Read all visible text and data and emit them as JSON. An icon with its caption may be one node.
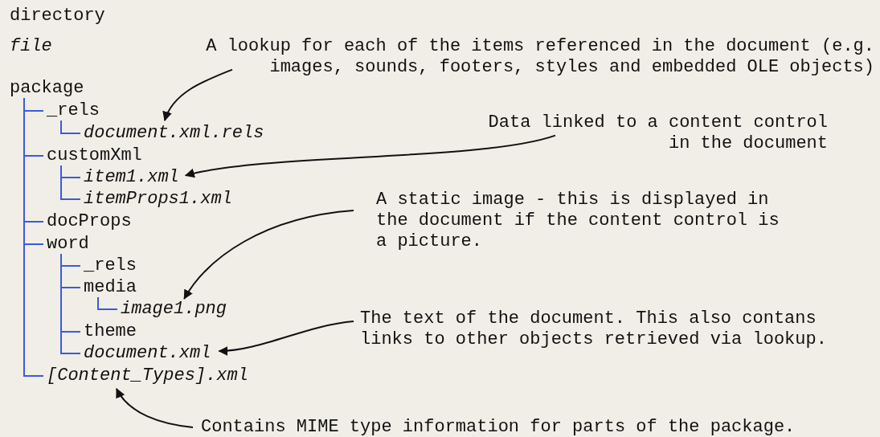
{
  "diagram": {
    "nodes": [
      {
        "text": [
          "package"
        ]
      },
      {
        "text": [
          "_rels"
        ]
      },
      {
        "text": [
          "document.xml.rels"
        ]
      },
      {
        "text": [
          "customXml"
        ]
      },
      {
        "text": [
          "item1.xml"
        ]
      },
      {
        "text": [
          "itemProps1.xml"
        ]
      },
      {
        "text": [
          "docProps"
        ]
      },
      {
        "text": [
          "word"
        ]
      },
      {
        "text": [
          "_rels"
        ]
      },
      {
        "text": [
          "media"
        ]
      },
      {
        "text": [
          "image1.png"
        ]
      },
      {
        "text": [
          "theme"
        ]
      },
      {
        "text": [
          "document.xml"
        ]
      },
      {
        "text": [
          "[Content_Types].xml"
        ]
      },
      {
        "text": [
          "A lookup for each of the items referenced in the document (e.g. images, sounds, footers, styles and embedded OLE objects)"
        ]
      },
      {
        "text": [
          "Data linked to a content control in the document"
        ]
      },
      {
        "text": [
          "A static image - this is displayed in the document if the content control is a picture."
        ]
      },
      {
        "text": [
          "The text of the document. This also contans links to other objects retrieved via lookup."
        ]
      },
      {
        "text": [
          "Contains MIME type information for parts of the package."
        ]
      }
    ],
    "edges": [
      {
        "from": 0,
        "to": 1,
        "arrow": "none",
        "color": "#3b5bdb"
      },
      {
        "from": 1,
        "to": 2,
        "arrow": "none",
        "color": "#3b5bdb"
      },
      {
        "from": 0,
        "to": 3,
        "arrow": "none",
        "color": "#3b5bdb"
      },
      {
        "from": 3,
        "to": 4,
        "arrow": "none",
        "color": "#3b5bdb"
      },
      {
        "from": 3,
        "to": 5,
        "arrow": "none",
        "color": "#3b5bdb"
      },
      {
        "from": 0,
        "to": 6,
        "arrow": "none",
        "color": "#3b5bdb"
      },
      {
        "from": 0,
        "to": 7,
        "arrow": "none",
        "color": "#3b5bdb"
      },
      {
        "from": 7,
        "to": 8,
        "arrow": "none",
        "color": "#3b5bdb"
      },
      {
        "from": 7,
        "to": 9,
        "arrow": "none",
        "color": "#3b5bdb"
      },
      {
        "from": 9,
        "to": 10,
        "arrow": "none",
        "color": "#3b5bdb"
      },
      {
        "from": 7,
        "to": 11,
        "arrow": "none",
        "color": "#3b5bdb"
      },
      {
        "from": 7,
        "to": 12,
        "arrow": "none",
        "color": "#3b5bdb"
      },
      {
        "from": 0,
        "to": 13,
        "arrow": "none",
        "color": "#3b5bdb"
      },
      {
        "from": 14,
        "to": 2,
        "arrow": "to",
        "color": "#111111"
      },
      {
        "from": 15,
        "to": 4,
        "arrow": "to",
        "color": "#111111"
      },
      {
        "from": 16,
        "to": 10,
        "arrow": "to",
        "color": "#111111"
      },
      {
        "from": 17,
        "to": 12,
        "arrow": "to",
        "color": "#111111"
      },
      {
        "from": 18,
        "to": 13,
        "arrow": "to",
        "color": "#111111"
      }
    ],
    "labels": [
      "directory",
      "file"
    ]
  }
}
